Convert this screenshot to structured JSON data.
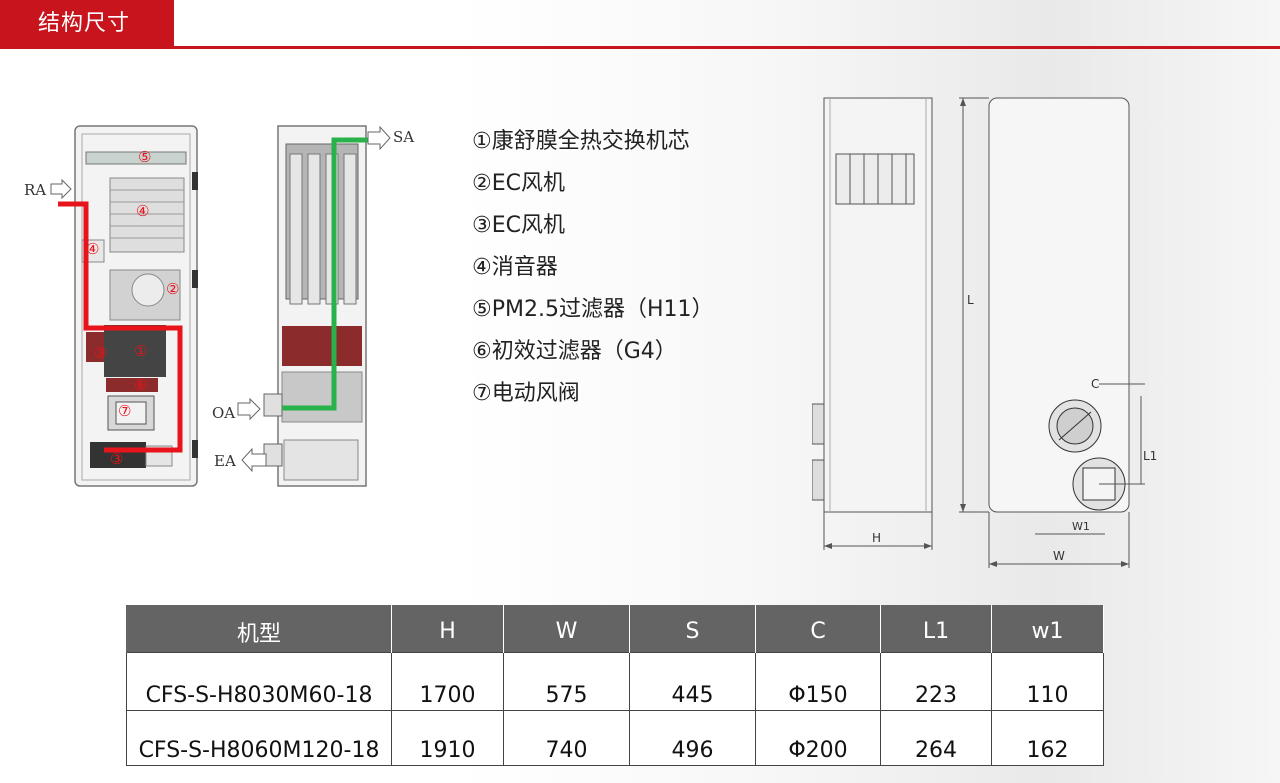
{
  "header": {
    "title": "结构尺寸",
    "accent_color": "#c8141c"
  },
  "diagram_labels": {
    "ra": "RA",
    "sa": "SA",
    "oa": "OA",
    "ea": "EA",
    "dim_h": "H",
    "dim_w": "W",
    "dim_l": "L",
    "dim_l1": "L1",
    "dim_w1": "W1",
    "dim_c": "C",
    "marks": [
      "⑤",
      "④",
      "④",
      "②",
      "③",
      "①",
      "⑥",
      "⑦",
      "③"
    ]
  },
  "legend": {
    "items": [
      "①康舒膜全热交换机芯",
      "②EC风机",
      "③EC风机",
      "④消音器",
      "⑤PM2.5过滤器（H11）",
      "⑥初效过滤器（G4）",
      "⑦电动风阀"
    ]
  },
  "spec_table": {
    "headers": [
      "机型",
      "H",
      "W",
      "S",
      "C",
      "L1",
      "w1"
    ],
    "rows": [
      [
        "CFS-S-H8030M60-18",
        "1700",
        "575",
        "445",
        "Φ150",
        "223",
        "110"
      ],
      [
        "CFS-S-H8060M120-18",
        "1910",
        "740",
        "496",
        "Φ200",
        "264",
        "162"
      ]
    ],
    "header_color": "#646464"
  },
  "flow_colors": {
    "return": "#e8141c",
    "supply": "#29b24a"
  }
}
